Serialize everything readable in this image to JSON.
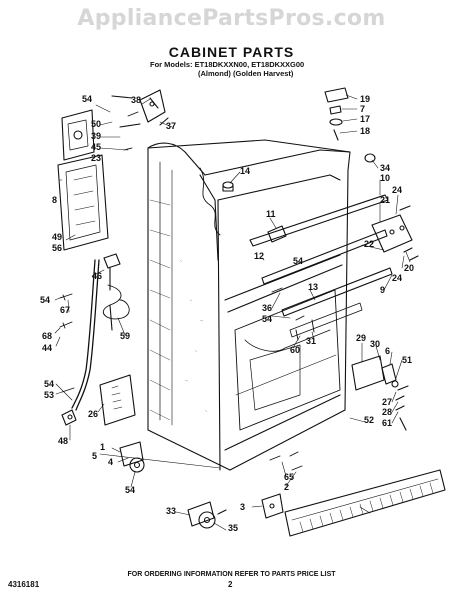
{
  "watermark": "AppliancePartsPros.com",
  "title": "CABINET PARTS",
  "models_line1": "For Models: ET18DKXXN00, ET18DKXXG00",
  "models_line2": "(Almond)    (Golden Harvest)",
  "footer_text": "FOR ORDERING INFORMATION REFER TO PARTS PRICE LIST",
  "page_number": "2",
  "diagram_code": "4316181",
  "callouts": [
    "54",
    "38",
    "50",
    "39",
    "45",
    "23",
    "37",
    "19",
    "7",
    "17",
    "18",
    "14",
    "34",
    "10",
    "24",
    "21",
    "8",
    "49",
    "56",
    "11",
    "12",
    "22",
    "54",
    "20",
    "24",
    "9",
    "46",
    "54",
    "67",
    "13",
    "36",
    "54",
    "68",
    "44",
    "59",
    "60",
    "31",
    "29",
    "30",
    "6",
    "51",
    "54",
    "53",
    "26",
    "27",
    "28",
    "61",
    "52",
    "48",
    "1",
    "5",
    "4",
    "54",
    "65",
    "2",
    "33",
    "3",
    "35"
  ]
}
